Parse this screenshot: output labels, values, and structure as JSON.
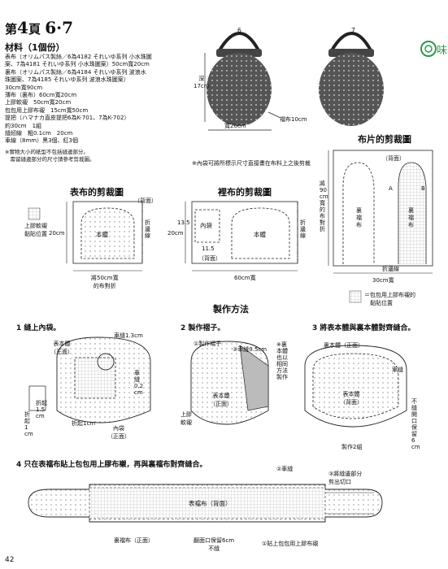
{
  "header": {
    "prefix": "第",
    "page": "4",
    "suffix": "頁",
    "items": "6·7"
  },
  "materials": {
    "title": "材料（1個份）",
    "lines": [
      "表布（オリムパス製絲／6為4182 それいゆ系列 小水珠圖",
      "案、7為4181 それいゆ系列 小水珠圖案）50cm寬20cm",
      "裏布（オリムパス製絲／6為4184 それいゆ系列 波浪水",
      "珠圖案、7為4185 それいゆ系列 波浪水珠圖案）",
      "30cm寬90cm",
      "薄布（裏布）60cm寬20cm",
      "上膠軟襯　50cm寬20cm",
      "包包用上膠布襯　15cm寬50cm",
      "提把（ハマナカ直皮提把6為K-701、7為K-702）",
      "約30cm　1組",
      "縫紉線　粗0.1cm　20cm",
      "車線（8mm）黑3個、紅3個"
    ],
    "notes": [
      "※實物大小的紙型不包括縫邊部分。",
      "　需留縫邊部分的尺寸請參考剪裁圖。"
    ]
  },
  "photos": {
    "item6_label": "6",
    "item7_label": "7",
    "depth_label": "深\n17cm",
    "width_label": "寬20cm",
    "gusset_label": "襠布10cm",
    "note": "※內袋可將所標示尺寸直接畫在布料上之後剪裁"
  },
  "outer_cut": {
    "title": "表布的剪裁圖",
    "back_label": "（背面）",
    "body_label": "本體",
    "fold_label": "折\n邊\n線",
    "height_label": "20cm",
    "glue_label": "上膠軟襯\n黏貼位置",
    "bottom_label": "將50cm寬\n的布對折"
  },
  "lining_cut": {
    "title": "裡布的剪裁圖",
    "pocket_label": "內袋",
    "body_label": "本體",
    "back_label": "（背面）",
    "fold_label": "折\n邊\n線",
    "height_label": "20cm",
    "dim1": "13.5",
    "dim2": "11.5",
    "width_label": "60cm寬"
  },
  "gusset_cut": {
    "title": "布片的剪裁圖",
    "back_label": "（背面）",
    "left_dim": "將\n90\ncm\n寬\n的\n布\n對\n折",
    "inner_label": "裏\n襠\n布",
    "outer_label": "裏\n襠\n布",
    "a_label": "A",
    "b_label": "B",
    "fold_label": "折邊線",
    "width_label": "30cm寬",
    "legend": "＝包包用上膠布襯的\n　黏貼位置"
  },
  "method": {
    "title": "製作方法",
    "step1": {
      "title": "1 縫上內袋。",
      "body_label": "表本體\n（正面）",
      "car_label": "車縫1.3cm",
      "car2_label": "車\n縫\n0.2\ncm",
      "fold_label": "折起\n1.5\ncm",
      "fold2_label": "折起1cm",
      "pocket_label": "內袋\n（正面）",
      "fold3_label": "折\n起\n1\ncm"
    },
    "step2": {
      "title": "2 製作褶子。",
      "sub1": "①製作褶子",
      "sub2": "②車縫0.5cm",
      "side_note": "※裏本體也以相同方法製作",
      "body_label": "表本體\n（正面）",
      "glue_label": "上膠\n軟襯"
    },
    "step3": {
      "title": "3 將表本體與裏本體對齊縫合。",
      "inner_label": "裏本體（正面）",
      "car_label": "車縫",
      "body_label": "表本體\n（背面）",
      "open_label": "不\n縫\n開\n口\n保\n留\n6\ncm",
      "count_label": "製作2組"
    },
    "step4": {
      "title": "4 只在表襠布貼上包包用上膠布襯，再與裏襠布對齊縫合。",
      "s2": "②車縫",
      "s3": "③將縫邊部分\n剪出切口",
      "center_label": "表襠布（背面）",
      "left_label": "裏襠布（正面）",
      "open_label": "翻面口保留6cm\n不縫",
      "s1": "①貼上包包用上膠布襯"
    }
  },
  "footer": {
    "page_number": "42"
  }
}
